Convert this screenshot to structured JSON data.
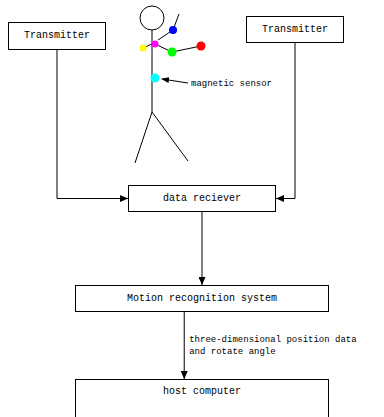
{
  "diagram": {
    "nodes": [
      {
        "text": [
          "Transmitter"
        ]
      },
      {
        "text": [
          "Transmitter"
        ]
      },
      {
        "text": [
          "data reciever"
        ]
      },
      {
        "text": [
          "Motion recognition system"
        ]
      },
      {
        "text": [
          "host computer"
        ]
      }
    ],
    "edges": [
      {
        "from": 0,
        "to": 2,
        "arrow": "to"
      },
      {
        "from": 1,
        "to": 2,
        "arrow": "to"
      },
      {
        "from": 2,
        "to": 3,
        "arrow": "to"
      },
      {
        "from": 3,
        "to": 4,
        "arrow": "to",
        "label": "three-dimensional position data and rotate angle"
      }
    ],
    "labels": [
      "magnetic sensor"
    ]
  }
}
